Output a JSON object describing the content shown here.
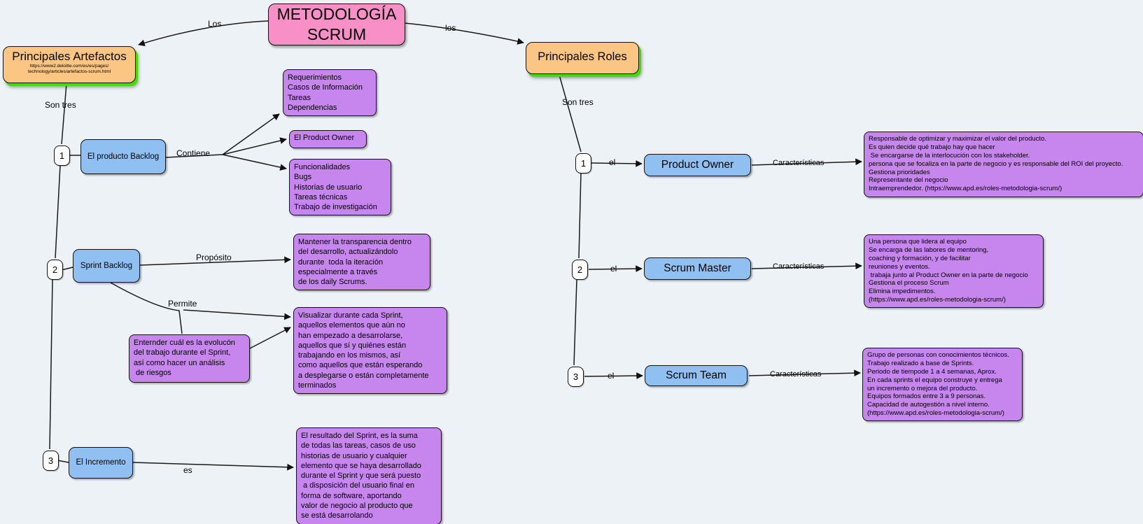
{
  "title": {
    "label": "METODOLOGÍA SCRUM"
  },
  "connector_labels": {
    "los_left": "Los",
    "los_right": "los",
    "son_tres": "Son tres",
    "contiene": "Contiene",
    "proposito": "Propósito",
    "permite": "Permite",
    "es": "es",
    "el": "el",
    "caracteristicas": "Características"
  },
  "artefactos": {
    "title": "Principales Artefactos",
    "url": [
      "https://www2.deloitte.com/es/es/pages/",
      "technology/articles/artefactos-scrum.html"
    ],
    "numbers": [
      "1",
      "2",
      "3"
    ],
    "nodes": {
      "producto_backlog": "El producto Backlog",
      "sprint_backlog": "Sprint Backlog",
      "incremento": "El Incremento"
    },
    "details": {
      "backlog_contiene_1": [
        "Requerimientos",
        "Casos de Información",
        "Tareas",
        "Dependencias"
      ],
      "backlog_contiene_2": "El Product Owner",
      "backlog_contiene_3": [
        "Funcionalidades",
        "Bugs",
        "Historias de usuario",
        "Tareas técnicas",
        "Trabajo de investigación"
      ],
      "sprint_proposito": [
        "Mantener la transparencia dentro",
        "del desarrollo, actualizándolo",
        "durante  toda la iteración",
        "especialmente a través",
        "de los daily Scrums."
      ],
      "sprint_permite_entender": [
        "Enternder cuál es la evolucón",
        "del trabajo durante el Sprint,",
        "así como hacer un análisis",
        " de riesgos"
      ],
      "sprint_permite_visualizar": [
        "Visualizar durante cada Sprint,",
        "aquellos elementos que aún no",
        "han empezado a desarrolarse,",
        "aquellos que sí y quiénes están",
        "trabajando en los mismos, así",
        "como aquellos que están esperando",
        "a desplegarse o están completamente",
        "terminados"
      ],
      "incremento_es": [
        "El resultado del Sprint, es la suma",
        "de todas las tareas, casos de uso",
        "historias de usuario y cualquier",
        "elemento que se haya desarrollado",
        "durante el Sprint y que será puesto",
        " a disposición del usuario final en",
        "forma de software, aportando",
        "valor de negocio al producto que",
        "se está desarrolando"
      ]
    }
  },
  "roles": {
    "title": "Principales Roles",
    "numbers": [
      "1",
      "2",
      "3"
    ],
    "nodes": {
      "product_owner": "Product Owner",
      "scrum_master": "Scrum Master",
      "scrum_team": "Scrum Team"
    },
    "caracteristicas": {
      "product_owner": [
        "Responsable de optimizar y maximizar el valor del producto.",
        "Es quien decide qué trabajo hay que hacer",
        " Se encargarse de la interlocución con los stakeholder.",
        "persona que se focaliza en la parte de negocio y es responsable del ROI del proyecto.",
        "Gestiona prioridades",
        "Representante del negocio",
        "Intraemprendedor. (https://www.apd.es/roles-metodologia-scrum/)"
      ],
      "scrum_master": [
        "Una persona que lidera al equipo",
        "Se encarga de las labores de mentoring,",
        "coaching y formación, y de facilitar",
        "reuniones y eventos.",
        " trabaja junto al Product Owner en la parte de negocio",
        "Gestiona el proceso Scrum",
        "Elimina impedimentos.",
        "(https://www.apd.es/roles-metodologia-scrum/)"
      ],
      "scrum_team": [
        "Grupo de personas con conocimientos técnicos.",
        "Trabajo realizado a base de Sprints.",
        "Periodo de tiempode 1 a 4 semanas, Aprox.",
        "En cada sprints el equipo construye y entrega",
        "un incremento o mejora del producto.",
        "Equipos formados entre 3 a 9 personas.",
        "Capacidad de autogestión a nivel interno.",
        "(https://www.apd.es/roles-metodologia-scrum/)"
      ]
    }
  },
  "colors": {
    "background": "#edf2f6",
    "title_node": "#f88fc6",
    "category_node": "#fbc684",
    "category_glow": "#3fe000",
    "primary_node": "#8fc0f1",
    "detail_node": "#c686ee"
  }
}
